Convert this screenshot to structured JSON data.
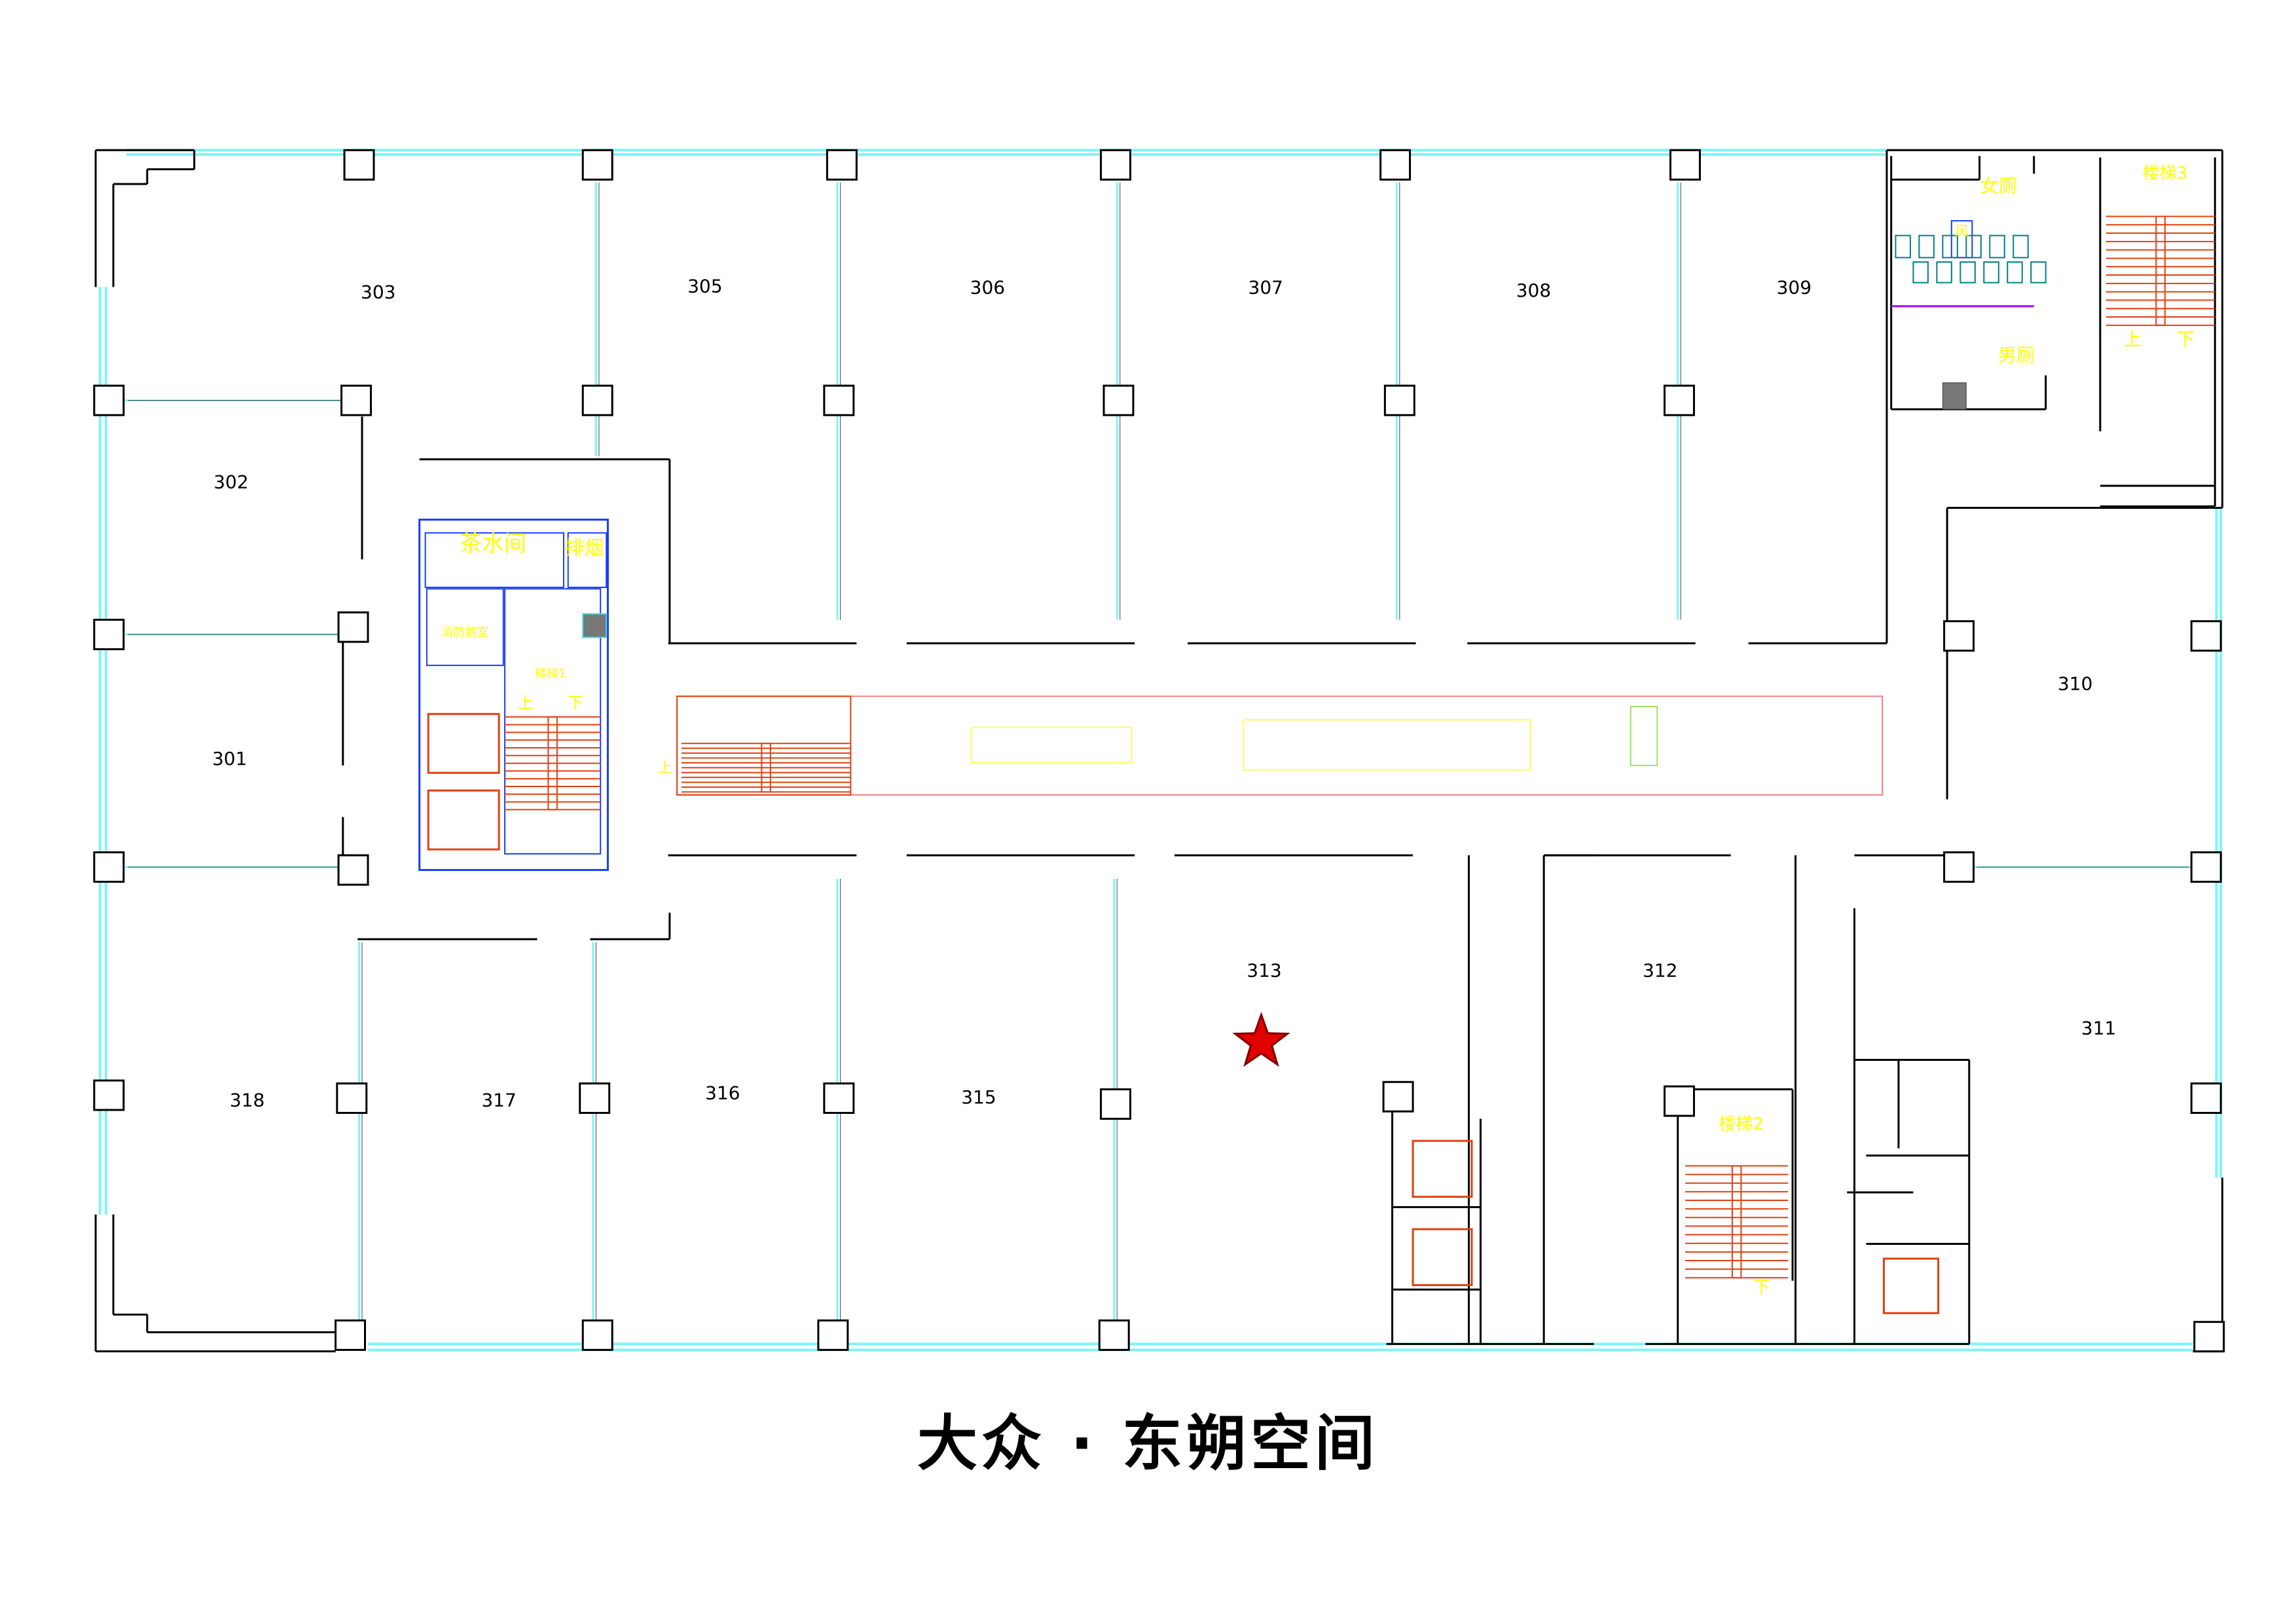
{
  "title": "大众 · 东朔空间",
  "rooms": [
    "303",
    "305",
    "306",
    "307",
    "308",
    "309",
    "302",
    "301",
    "310",
    "313",
    "312",
    "311",
    "318",
    "317",
    "316",
    "315"
  ],
  "labels": {
    "tea_room": "茶水间",
    "smoke_exhaust": "排烟",
    "fire_lobby": "消防前室",
    "stair1": "楼梯1",
    "stair2": "楼梯2",
    "stair3": "楼梯3",
    "up": "上",
    "down": "下",
    "womens_toilet": "女厕",
    "mens_toilet": "男厕",
    "wind": "风"
  },
  "marker": {
    "icon": "star-icon",
    "room": "313",
    "color": "#e00000"
  },
  "colors": {
    "wall": "#000000",
    "window": "#7ff5f5",
    "core": "#1a3cff",
    "stair": "#e04010",
    "label": "#ffff00"
  }
}
